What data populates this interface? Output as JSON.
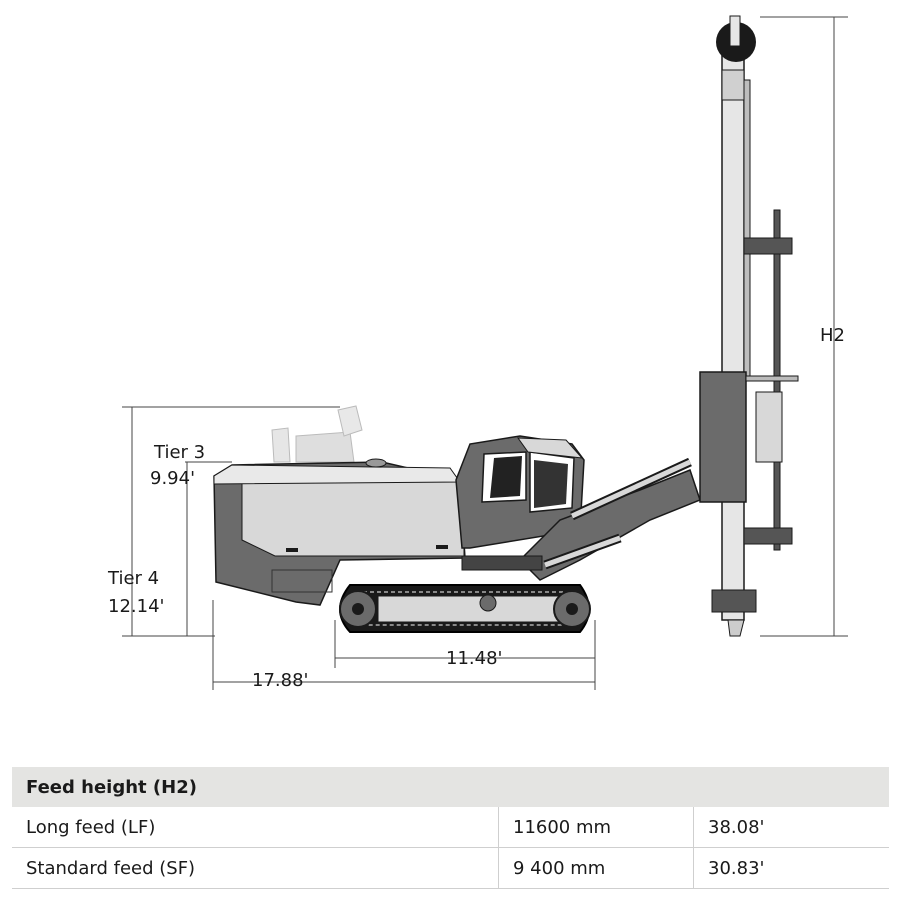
{
  "dimensions": {
    "tier3_label": "Tier 3",
    "tier3_value": "9.94'",
    "tier4_label": "Tier 4",
    "tier4_value": "12.14'",
    "track_length": "11.48'",
    "overall_length": "17.88'",
    "feed_height_marker": "H2"
  },
  "table": {
    "title": "Feed height (H2)",
    "rows": [
      {
        "label": "Long feed (LF)",
        "metric": "11600 mm",
        "imperial": "38.08'"
      },
      {
        "label": "Standard feed (SF)",
        "metric": "9 400 mm",
        "imperial": "30.83'"
      }
    ]
  },
  "colors": {
    "body_dark": "#6b6b6b",
    "body_light": "#d8d8d8",
    "outline": "#1a1a1a",
    "table_header_bg": "#e4e4e2"
  }
}
